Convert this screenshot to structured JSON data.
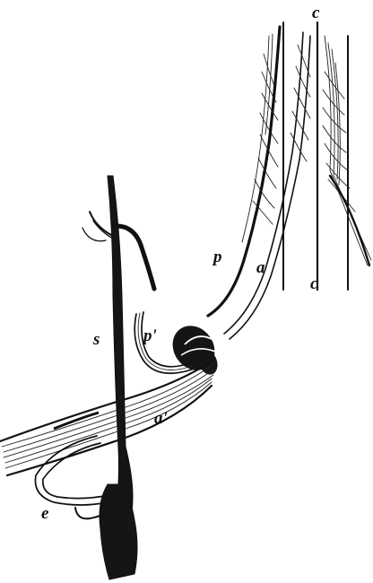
{
  "figure": {
    "labels": {
      "c_top": "c",
      "c_bottom": "c",
      "p": "p",
      "a": "a",
      "p_prime": "p'",
      "s": "s",
      "a_prime": "a'",
      "e": "e"
    },
    "colors": {
      "ink": "#111111",
      "paper": "#ffffff"
    }
  }
}
